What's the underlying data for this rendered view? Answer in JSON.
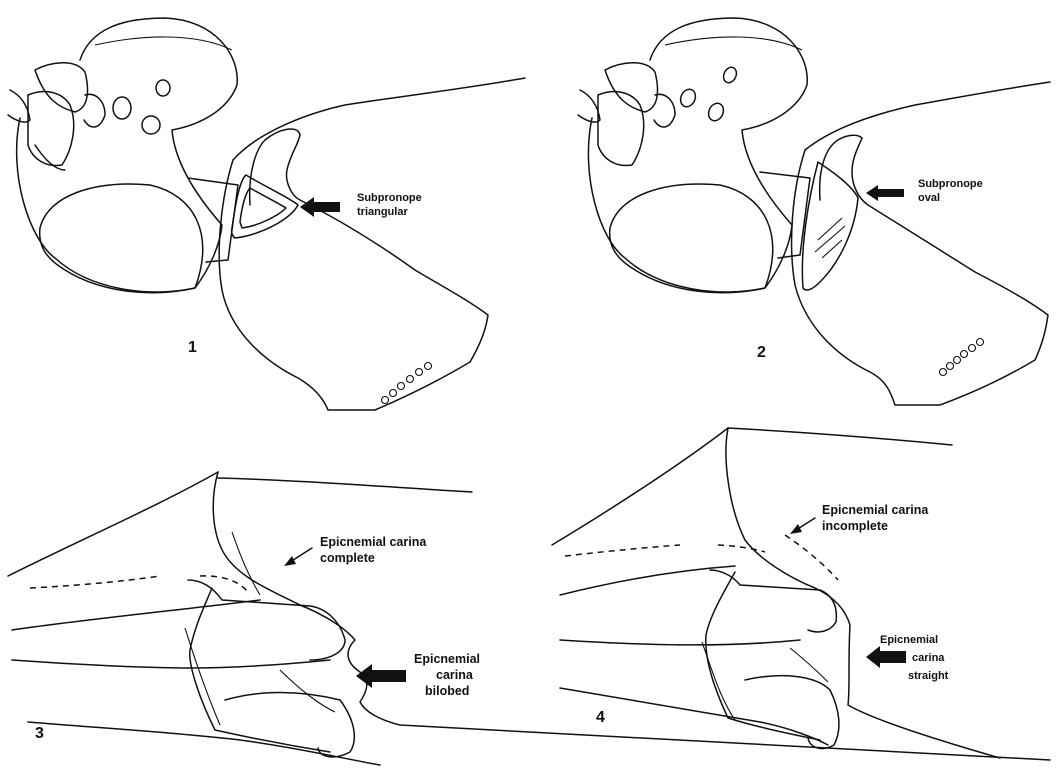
{
  "figures": [
    {
      "number": "1",
      "labels": [
        "Subpronope",
        "triangular"
      ]
    },
    {
      "number": "2",
      "labels": [
        "Subpronope",
        "oval"
      ]
    },
    {
      "number": "3",
      "labels_top": [
        "Epicnemial carina",
        "complete"
      ],
      "labels_bottom": [
        "Epicnemial",
        "carina",
        "bilobed"
      ]
    },
    {
      "number": "4",
      "labels_top": [
        "Epicnemial carina",
        "incomplete"
      ],
      "labels_bottom": [
        "Epicnemial",
        "carina",
        "straight"
      ]
    }
  ]
}
